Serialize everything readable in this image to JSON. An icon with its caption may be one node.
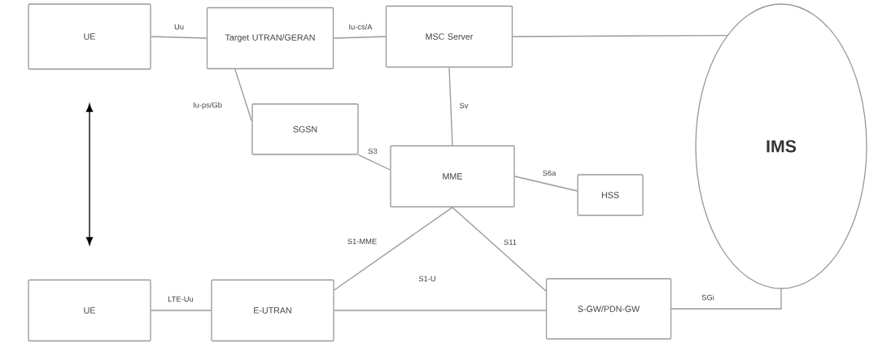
{
  "diagram": {
    "nodes": [
      {
        "text": [
          "UE"
        ]
      },
      {
        "text": [
          "Target UTRAN/GERAN"
        ]
      },
      {
        "text": [
          "MSC Server"
        ]
      },
      {
        "text": [
          "SGSN"
        ]
      },
      {
        "text": [
          "MME"
        ]
      },
      {
        "text": [
          "HSS"
        ]
      },
      {
        "text": [
          "UE"
        ]
      },
      {
        "text": [
          "E-UTRAN"
        ]
      },
      {
        "text": [
          "S-GW/PDN-GW"
        ]
      },
      {
        "text": [
          "IMS"
        ]
      }
    ],
    "edges": [
      {
        "from": 0,
        "to": 1,
        "arrow": "none",
        "label": "Uu"
      },
      {
        "from": 1,
        "to": 2,
        "arrow": "none",
        "label": "Iu-cs/A"
      },
      {
        "from": 2,
        "to": 9,
        "arrow": "none"
      },
      {
        "from": 1,
        "to": 3,
        "arrow": "none",
        "label": "Iu-ps/Gb"
      },
      {
        "from": 3,
        "to": 4,
        "arrow": "none",
        "label": "S3"
      },
      {
        "from": 2,
        "to": 4,
        "arrow": "none",
        "label": "Sv"
      },
      {
        "from": 4,
        "to": 5,
        "arrow": "none",
        "label": "S6a"
      },
      {
        "from": 0,
        "to": 6,
        "arrow": "both",
        "color": "#000000"
      },
      {
        "from": 7,
        "to": 4,
        "arrow": "none",
        "label": "S1-MME"
      },
      {
        "from": 4,
        "to": 8,
        "arrow": "none",
        "label": "S11"
      },
      {
        "from": 7,
        "to": 8,
        "arrow": "none",
        "label": "S1-U"
      },
      {
        "from": 6,
        "to": 7,
        "arrow": "none",
        "label": "LTE-Uu"
      },
      {
        "from": 8,
        "to": 9,
        "arrow": "none",
        "label": "SGi"
      }
    ]
  }
}
